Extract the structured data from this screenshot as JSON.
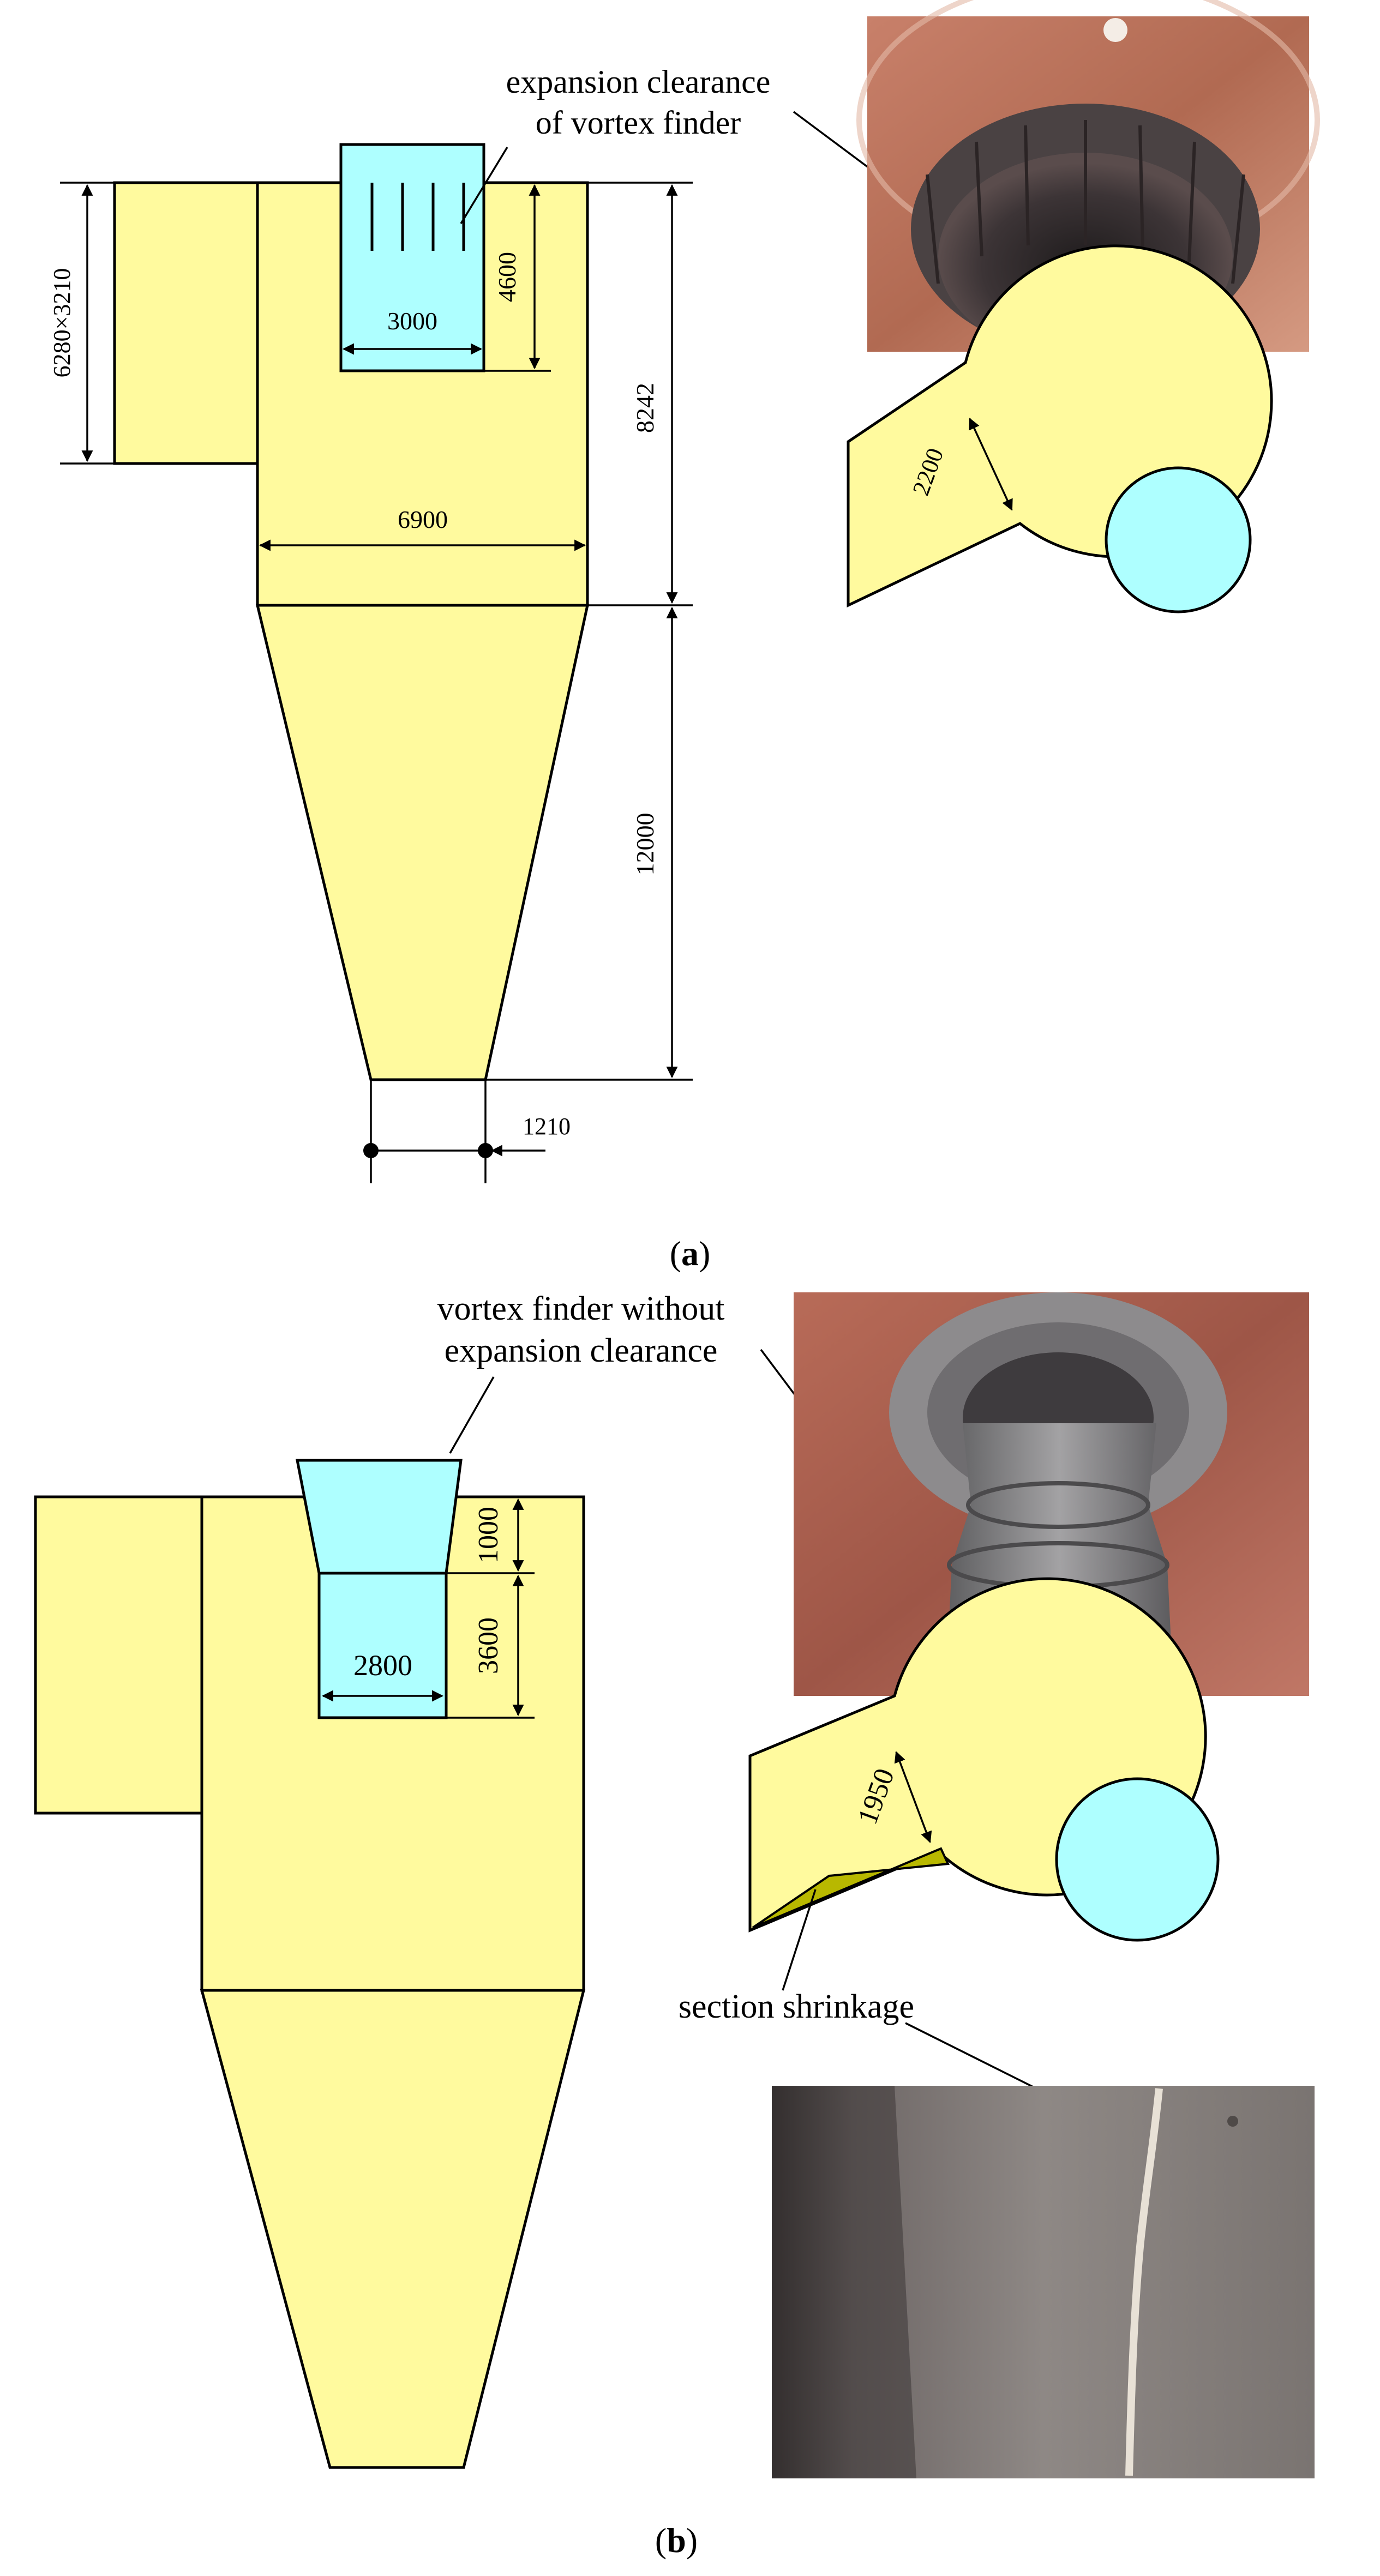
{
  "colors": {
    "body_fill": "#FFFA9E",
    "vortex_finder_fill": "#AEFFFF",
    "shrinkage_fill": "#B8B800",
    "line": "#000000"
  },
  "panel_a": {
    "annotation": {
      "line1": "expansion clearance",
      "line2": "of vortex finder"
    },
    "dimensions": {
      "inlet": "6280×3210",
      "vortex_finder_width": "3000",
      "vortex_finder_depth": "4600",
      "cylinder_height": "8242",
      "cylinder_diameter": "6900",
      "cone_height": "12000",
      "outlet": "1210",
      "inlet_width": "2200"
    },
    "caption_open": "(",
    "caption_letter": "a",
    "caption_close": ")"
  },
  "panel_b": {
    "annotation": {
      "line1": "vortex finder without",
      "line2": "expansion clearance"
    },
    "dimensions": {
      "cone_part_height": "1000",
      "straight_part_height": "3600",
      "vortex_finder_width": "2800",
      "inlet_width": "1950"
    },
    "shrinkage_label": "section shrinkage",
    "caption_open": "(",
    "caption_letter": "b",
    "caption_close": ")"
  }
}
